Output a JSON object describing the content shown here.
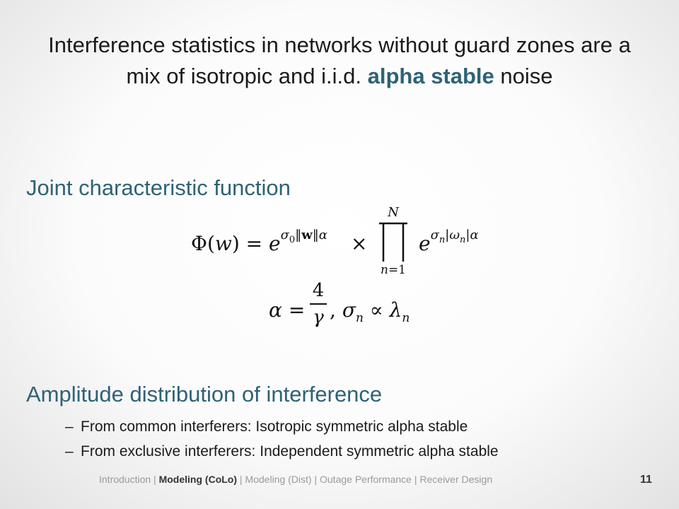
{
  "title": {
    "text_before": "Interference statistics in networks without guard zones are a mix of isotropic and i.i.d. ",
    "accent": "alpha stable",
    "text_after": " noise"
  },
  "section1": {
    "heading": "Joint characteristic function"
  },
  "section2": {
    "heading": "Amplitude distribution of interference",
    "bullets": [
      "From common interferers: Isotropic symmetric alpha stable",
      "From exclusive interferers: Independent symmetric alpha stable"
    ]
  },
  "footer": {
    "items": [
      "Introduction",
      "Modeling (CoLo)",
      "Modeling (Dist)",
      "Outage Performance",
      "Receiver Design"
    ],
    "separator": " | ",
    "active_index": 1,
    "page_number": "11"
  },
  "colors": {
    "accent": "#2e6277",
    "text": "#1b1b1b",
    "footer_muted": "#9a9a9a"
  }
}
